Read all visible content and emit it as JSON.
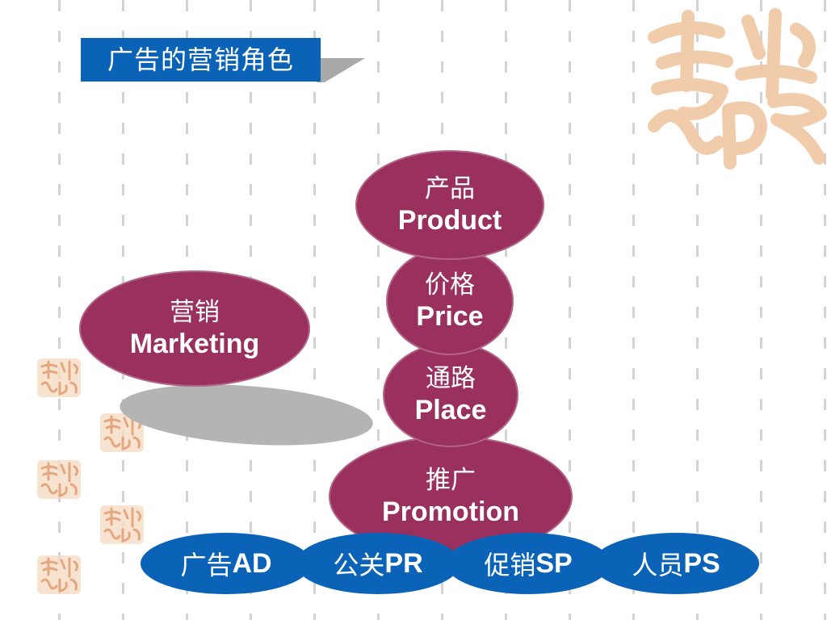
{
  "title": "广告的营销角色",
  "marketing": {
    "cn": "营销",
    "en": "Marketing"
  },
  "mix": [
    {
      "cn": "产品",
      "en": "Product"
    },
    {
      "cn": "价格",
      "en": "Price"
    },
    {
      "cn": "通路",
      "en": "Place"
    },
    {
      "cn": "推广",
      "en": "Promotion"
    }
  ],
  "promotion_tools": [
    {
      "cn": "广告",
      "en": "AD"
    },
    {
      "cn": "公关",
      "en": "PR"
    },
    {
      "cn": "促销",
      "en": "SP"
    },
    {
      "cn": "人员",
      "en": "PS"
    }
  ],
  "colors": {
    "title_bg": "#0b63b8",
    "ellipse": "#99305e",
    "pill": "#0b63b8",
    "shadow": "#b4b4b4",
    "seal": "#f0c7a2"
  },
  "icons": {
    "top_right": "auspicious-calligraphy-seal",
    "left_column": "auspicious-calligraphy-seal"
  }
}
